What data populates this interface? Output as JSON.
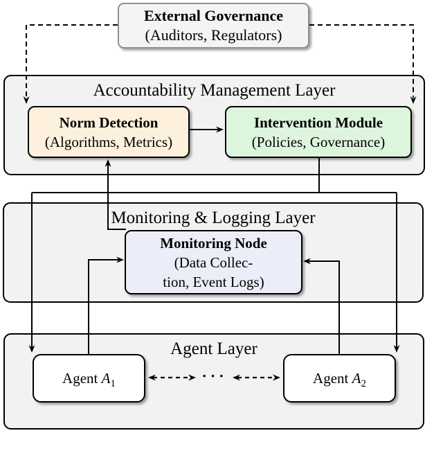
{
  "external_governance": {
    "title": "External Governance",
    "subtitle": "(Auditors, Regulators)"
  },
  "layers": {
    "accountability": {
      "title": "Accountability Management Layer"
    },
    "monitoring": {
      "title": "Monitoring & Logging Layer"
    },
    "agent": {
      "title": "Agent Layer"
    }
  },
  "nodes": {
    "norm_detection": {
      "title": "Norm Detection",
      "subtitle": "(Algorithms, Metrics)",
      "fill": "#fdf0dc"
    },
    "intervention_module": {
      "title": "Intervention Module",
      "subtitle": "(Policies, Governance)",
      "fill": "#ddf5dd"
    },
    "monitoring_node": {
      "title": "Monitoring Node",
      "subtitle_line1": "(Data Collec-",
      "subtitle_line2": "tion, Event Logs)",
      "fill": "#ebedf9"
    },
    "agent1": {
      "prefix": "Agent ",
      "symbol": "A",
      "subscript": "1",
      "fill": "#ffffff"
    },
    "agent2": {
      "prefix": "Agent ",
      "symbol": "A",
      "subscript": "2",
      "fill": "#ffffff"
    }
  },
  "agent_link": {
    "dots": "···"
  },
  "colors": {
    "layer_fill": "#f2f2f2",
    "line": "#000000",
    "governance_border": "#8f8f8f"
  }
}
